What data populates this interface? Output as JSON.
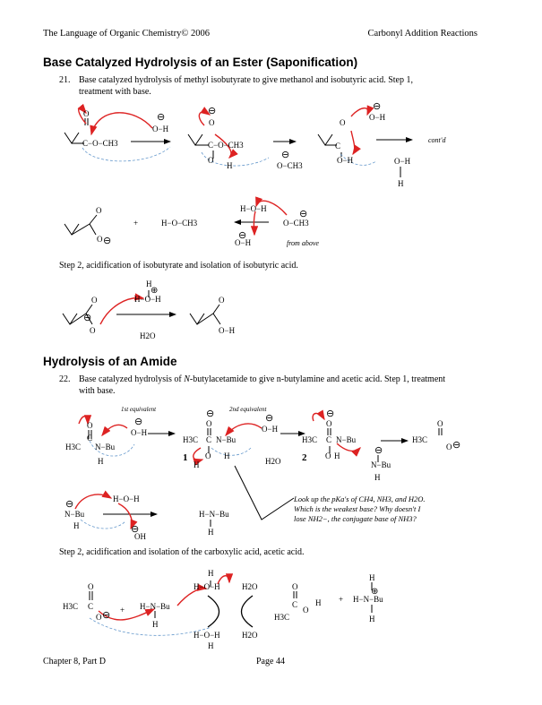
{
  "header": {
    "left": "The Language of Organic Chemistry© 2006",
    "right": "Carbonyl Addition Reactions"
  },
  "section1": {
    "title": "Base Catalyzed Hydrolysis of an Ester (Saponification)",
    "problem_num": "21.",
    "problem_line1": "Base catalyzed hydrolysis of methyl isobutyrate to give methanol and isobutyric acid. Step 1,",
    "problem_line2": "treatment with base.",
    "contd": "cont'd",
    "from_above": "from above",
    "step2": "Step 2, acidification of isobutyrate and isolation of isobutyric acid."
  },
  "section2": {
    "title": "Hydrolysis of an Amide",
    "problem_num": "22.",
    "problem_line1_a": "Base catalyzed hydrolysis of ",
    "problem_line1_b": "N",
    "problem_line1_c": "-butylacetamide to give n-butylamine and acetic acid. Step 1, treatment",
    "problem_line2": "with base.",
    "first_eq": "1st equivalent",
    "second_eq": "2nd equivalent",
    "label1": "1",
    "label2": "2",
    "note_line1": "Look up the pKa's of CH4, NH3, and H2O.",
    "note_line2": "Which is the weakest base? Why doesn't I",
    "note_line3": "lose NH2−, the conjugate base of NH3?",
    "step2": "Step 2, acidification and isolation of the carboxylic acid, acetic acid."
  },
  "labels": {
    "o": "O",
    "oh": "O−H",
    "oh_r": "H−O",
    "h": "H",
    "ch3_link": "C−O−CH3",
    "och3": "O−CH3",
    "hoch3": "H−O−CH3",
    "hoh_top": "H−O−H",
    "h2o": "H2O",
    "oh_minus": "OH",
    "h3c": "H3C",
    "nbu": "N−Bu",
    "hnbu": "H−N−Bu",
    "c": "C",
    "plus": "+",
    "minus": "⊖",
    "cplus": "⊕"
  },
  "footer": {
    "left": "Chapter 8, Part D",
    "center": "Page 44"
  }
}
